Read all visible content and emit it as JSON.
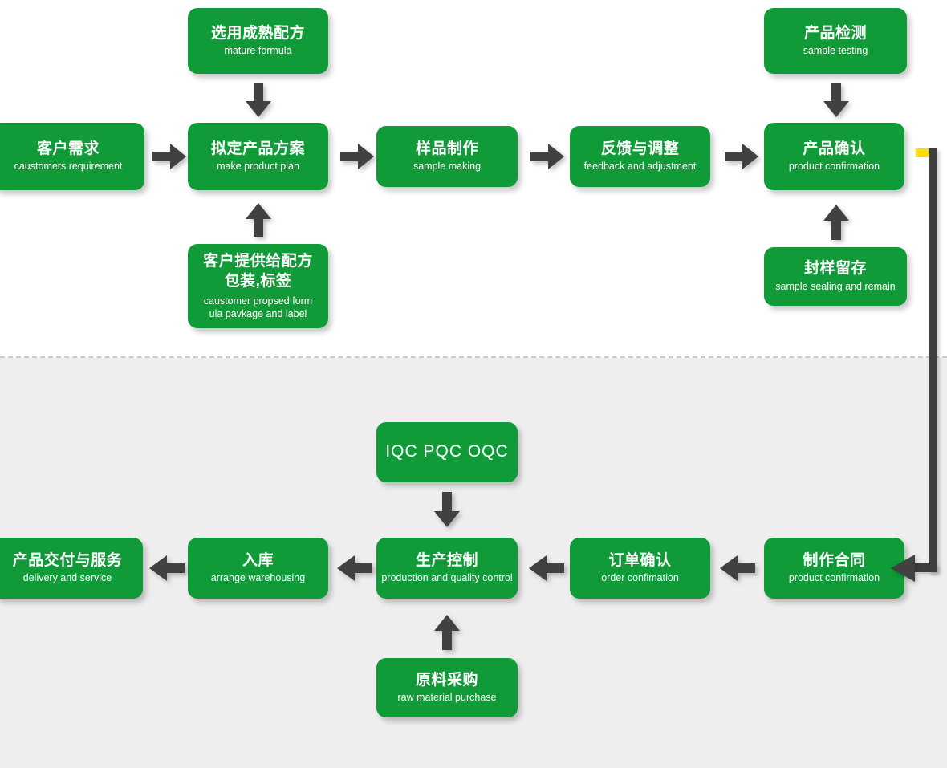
{
  "diagram": {
    "title": "Production workflow flowchart",
    "colors": {
      "node_green": "#109b38",
      "arrow_gray": "#414141",
      "connector_yellow": "#ffdd00",
      "band_top_bg": "#ffffff",
      "band_bottom_bg": "#eeeeee",
      "divider": "#c9c9c9"
    },
    "nodes": [
      {
        "id": "mature-formula",
        "cn": "选用成熟配方",
        "en": "mature formula"
      },
      {
        "id": "customers-requirement",
        "cn": "客户需求",
        "en": "caustomers requirement"
      },
      {
        "id": "make-product-plan",
        "cn": "拟定产品方案",
        "en": "make product plan"
      },
      {
        "id": "sample-making",
        "cn": "样品制作",
        "en": "sample making"
      },
      {
        "id": "feedback-adjustment",
        "cn": "反馈与调整",
        "en": "feedback and adjustment"
      },
      {
        "id": "product-confirmation",
        "cn": "产品确认",
        "en": "product confirmation"
      },
      {
        "id": "sample-testing",
        "cn": "产品检测",
        "en": "sample testing"
      },
      {
        "id": "customer-proposed-formula",
        "cn": "客户提供给配方\n包装,标签",
        "en": "caustomer propsed form\nula pavkage and label"
      },
      {
        "id": "sample-sealing",
        "cn": "封样留存",
        "en": "sample sealing and remain"
      },
      {
        "id": "iqc-pqc-oqc",
        "cn": "IQC PQC OQC",
        "en": ""
      },
      {
        "id": "make-contract",
        "cn": "制作合同",
        "en": "product confirmation"
      },
      {
        "id": "order-confirmation",
        "cn": "订单确认",
        "en": "order confimation"
      },
      {
        "id": "production-control",
        "cn": "生产控制",
        "en": "production and quality control"
      },
      {
        "id": "warehousing",
        "cn": "入库",
        "en": "arrange warehousing"
      },
      {
        "id": "delivery-service",
        "cn": "产品交付与服务",
        "en": "delivery and service"
      },
      {
        "id": "raw-material-purchase",
        "cn": "原料采购",
        "en": "raw material purchase"
      }
    ]
  }
}
